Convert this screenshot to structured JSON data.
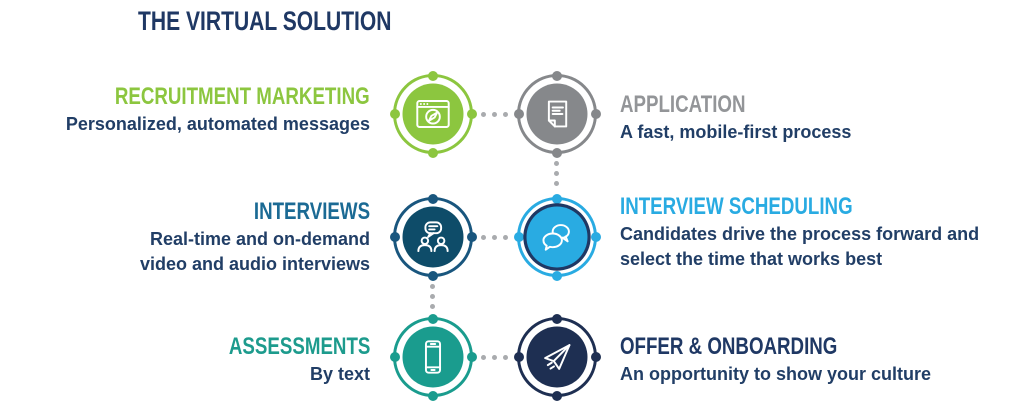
{
  "title": "THE VIRTUAL SOLUTION",
  "colors": {
    "body_text": "#213E66",
    "title_text": "#1F3864",
    "connector_dots": "#A9ABAE",
    "background": "#FFFFFF"
  },
  "steps": [
    {
      "name": "recruitment-marketing",
      "heading": "RECRUITMENT MARKETING",
      "heading_color": "#8CC63F",
      "description": "Personalized, automated messages",
      "icon": "browser-compass-icon",
      "icon_color": "#8CC63F",
      "column": "left"
    },
    {
      "name": "application",
      "heading": "APPLICATION",
      "heading_color": "#939598",
      "description": "A fast, mobile-first process",
      "icon": "document-icon",
      "icon_color": "#86888B",
      "column": "right"
    },
    {
      "name": "interviews",
      "heading": "INTERVIEWS",
      "heading_color": "#1B6A94",
      "description": "Real-time and on-demand\nvideo and audio interviews",
      "icon": "people-conversation-icon",
      "icon_color": "#0E4C69",
      "ring_color": "#19567E",
      "column": "left"
    },
    {
      "name": "interview-scheduling",
      "heading": "INTERVIEW SCHEDULING",
      "heading_color": "#29ABE2",
      "description": "Candidates drive the process forward and\nselect the time that works best",
      "icon": "chat-bubbles-icon",
      "icon_color": "#29ABE2",
      "accent_ring_color": "#1F3864",
      "column": "right"
    },
    {
      "name": "assessments",
      "heading": "ASSESSMENTS",
      "heading_color": "#1D9B8D",
      "description": "By text",
      "icon": "smartphone-icon",
      "icon_color": "#1A9C8E",
      "column": "left"
    },
    {
      "name": "offer-onboarding",
      "heading": "OFFER & ONBOARDING",
      "heading_color": "#1F3864",
      "description": "An opportunity to show your culture",
      "icon": "paper-plane-icon",
      "icon_color": "#1E2F52",
      "column": "right"
    }
  ]
}
